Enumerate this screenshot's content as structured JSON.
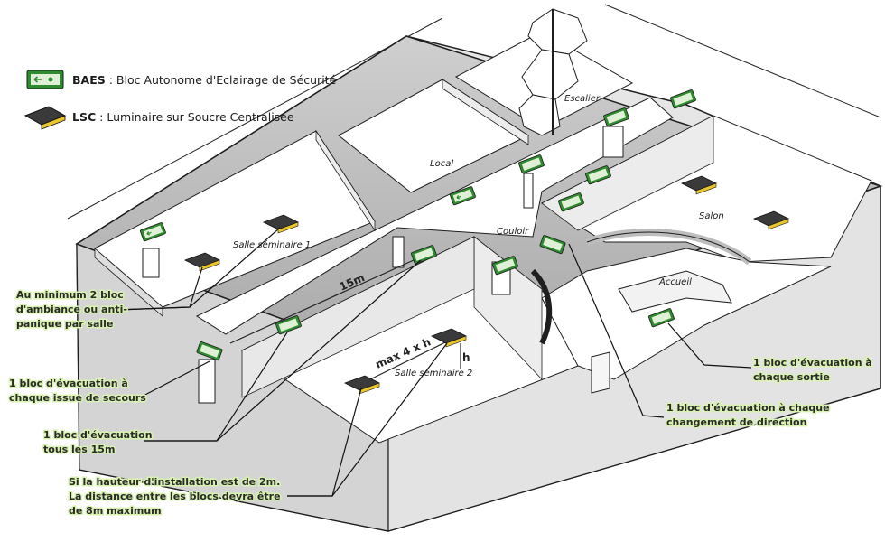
{
  "colors": {
    "baes_green": "#2e8b2e",
    "sign_light": "#dff0d6",
    "lsc_dark": "#3a3a3a",
    "lsc_yellow": "#e9c62b",
    "floor": "#ffffff",
    "wall_top": "#bfbfbf",
    "wall_side": "#e2e2e2",
    "outline": "#1e1e1e",
    "note_glow": "#d8f2b0"
  },
  "legend": {
    "baes": {
      "abbr": "BAES",
      "sep": " : ",
      "text": "Bloc Autonome d'Eclairage de Sécurité",
      "icon": "baes-sign-icon"
    },
    "lsc": {
      "abbr": "LSC",
      "sep": " : ",
      "text": "Luminaire sur Soucre Centralisée",
      "icon": "lsc-luminaire-icon"
    }
  },
  "rooms": {
    "escalier": "Escalier",
    "local": "Local",
    "salle1": "Salle séminaire 1",
    "couloir": "Couloir",
    "salon": "Salon",
    "accueil": "Accueil",
    "salle2": "Salle séminaire 2"
  },
  "dimensions": {
    "distance_15m": "15m",
    "max4h": "max 4 x h",
    "h": "h"
  },
  "annotations": {
    "ambiance": [
      "Au minimum 2 bloc",
      "d'ambiance ou anti-",
      "panique par salle"
    ],
    "issue_secours": [
      "1 bloc d'évacuation à",
      "chaque issue de secours"
    ],
    "tous15": [
      "1 bloc d'évacuation",
      "tous les 15m"
    ],
    "hauteur": [
      "Si la hauteur d'installation est de 2m.",
      "La distance entre les blocs devra être",
      "de 8m maximum"
    ],
    "sortie": [
      "1 bloc d'évacuation à",
      "chaque sortie"
    ],
    "direction": [
      "1 bloc d'évacuation à chaque",
      "changement de direction"
    ]
  }
}
